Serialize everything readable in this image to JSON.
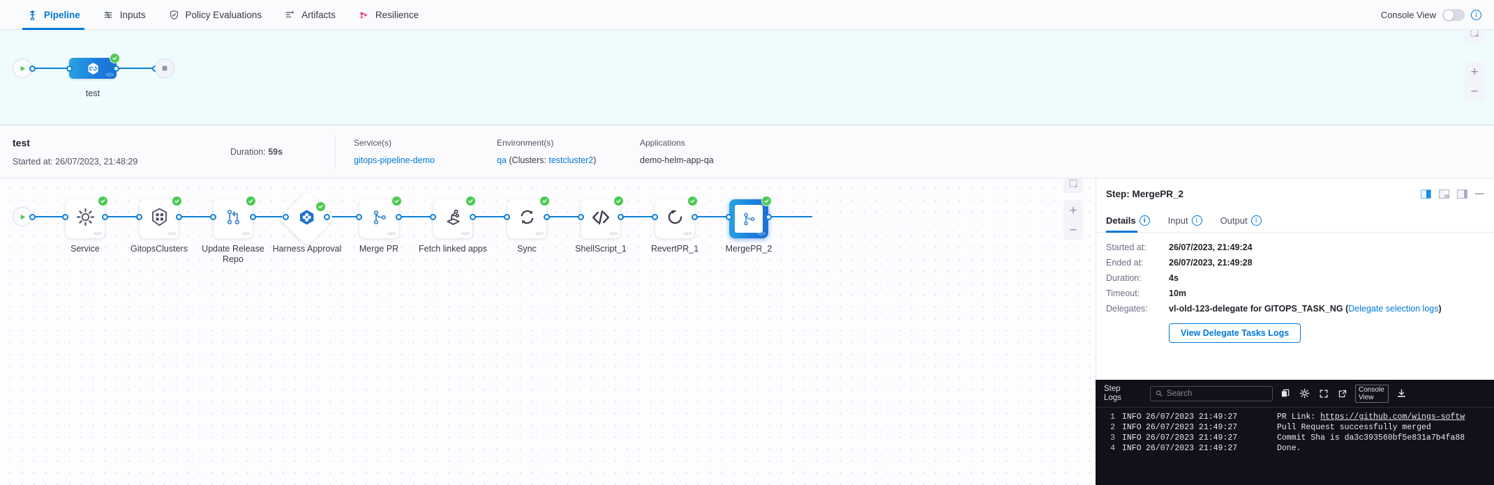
{
  "topnav": {
    "items": [
      {
        "label": "Pipeline",
        "icon": "pipeline-icon",
        "active": true
      },
      {
        "label": "Inputs",
        "icon": "inputs-icon",
        "active": false
      },
      {
        "label": "Policy Evaluations",
        "icon": "shield-check-icon",
        "active": false
      },
      {
        "label": "Artifacts",
        "icon": "artifacts-icon",
        "active": false
      },
      {
        "label": "Resilience",
        "icon": "resilience-icon",
        "active": false
      }
    ],
    "console_view_label": "Console View",
    "console_view_enabled": false,
    "info_glyph": "i"
  },
  "minimap": {
    "stage_label": "test",
    "status": "success",
    "start_icon": "play-icon",
    "stop_icon": "stop-icon",
    "stage_icon": "gitops-icon",
    "code_badge": "</>",
    "controls": {
      "fit_label": "fit-to-screen",
      "zoom_in": "+",
      "zoom_out": "−"
    }
  },
  "metabar": {
    "pipeline_name": "test",
    "started_at_label": "Started at:",
    "started_at_value": "26/07/2023, 21:48:29",
    "duration_label": "Duration:",
    "duration_value": "59s",
    "columns": [
      {
        "label": "Service(s)",
        "value": "gitops-pipeline-demo",
        "link": true
      },
      {
        "label": "Environment(s)",
        "value": "qa",
        "suffix_pre": " (Clusters: ",
        "suffix_link": "testcluster2",
        "suffix_post": ")",
        "link": true
      },
      {
        "label": "Applications",
        "value": "demo-helm-app-qa",
        "link": false
      }
    ]
  },
  "graph": {
    "start_icon": "play-icon",
    "code_badge": "</>",
    "steps": [
      {
        "name": "Service",
        "icon": "gear-icon",
        "status": "success",
        "shape": "rounded",
        "selected": false
      },
      {
        "name": "GitopsClusters",
        "icon": "kubernetes-icon",
        "status": "success",
        "shape": "rounded",
        "selected": false
      },
      {
        "name": "Update Release Repo",
        "icon": "merge-pr-icon",
        "status": "success",
        "shape": "rounded",
        "selected": false
      },
      {
        "name": "Harness Approval",
        "icon": "approval-icon",
        "status": "success",
        "shape": "diamond",
        "selected": false
      },
      {
        "name": "Merge PR",
        "icon": "merge-pr-icon",
        "status": "success",
        "shape": "rounded",
        "selected": false
      },
      {
        "name": "Fetch linked apps",
        "icon": "fetch-apps-icon",
        "status": "success",
        "shape": "rounded",
        "selected": false
      },
      {
        "name": "Sync",
        "icon": "sync-icon",
        "status": "success",
        "shape": "rounded",
        "selected": false
      },
      {
        "name": "ShellScript_1",
        "icon": "shell-script-icon",
        "status": "success",
        "shape": "rounded",
        "selected": false
      },
      {
        "name": "RevertPR_1",
        "icon": "revert-icon",
        "status": "success",
        "shape": "rounded",
        "selected": false
      },
      {
        "name": "MergePR_2",
        "icon": "merge-pr-icon",
        "status": "success",
        "shape": "rounded",
        "selected": true
      }
    ],
    "controls": {
      "fullscreen": "expand-icon",
      "fit": "fit-icon",
      "zoom_in": "+",
      "zoom_out": "−"
    }
  },
  "details": {
    "title": "Step: MergePR_2",
    "tabs": [
      {
        "label": "Details",
        "active": true
      },
      {
        "label": "Input",
        "active": false
      },
      {
        "label": "Output",
        "active": false
      }
    ],
    "rows": [
      {
        "key": "Started at:",
        "value": "26/07/2023, 21:49:24"
      },
      {
        "key": "Ended at:",
        "value": "26/07/2023, 21:49:28"
      },
      {
        "key": "Duration:",
        "value": "4s"
      },
      {
        "key": "Timeout:",
        "value": "10m"
      }
    ],
    "delegates_key": "Delegates:",
    "delegates_value": "vl-old-123-delegate for GITOPS_TASK_NG (",
    "delegates_link": "Delegate selection logs",
    "delegates_suffix": ")",
    "delegate_button": "View Delegate Tasks Logs"
  },
  "console": {
    "title_line1": "Step",
    "title_line2": "Logs",
    "search_placeholder": "Search",
    "search_value": "",
    "tools": [
      "copy-icon",
      "gear-icon",
      "fullscreen-icon",
      "open-external-icon",
      "download-icon"
    ],
    "console_view_pill_line1": "Console",
    "console_view_pill_line2": "View",
    "lines": [
      {
        "n": "1",
        "level": "INFO",
        "time": "26/07/2023 21:49:27",
        "msg_pre": "PR Link: ",
        "msg_link": "https://github.com/wings-softw",
        "msg_post": ""
      },
      {
        "n": "2",
        "level": "INFO",
        "time": "26/07/2023 21:49:27",
        "msg_pre": "Pull Request successfully merged",
        "msg_link": "",
        "msg_post": ""
      },
      {
        "n": "3",
        "level": "INFO",
        "time": "26/07/2023 21:49:27",
        "msg_pre": "Commit Sha is da3c393560bf5e831a7b4fa88",
        "msg_link": "",
        "msg_post": ""
      },
      {
        "n": "4",
        "level": "INFO",
        "time": "26/07/2023 21:49:27",
        "msg_pre": "Done.",
        "msg_link": "",
        "msg_post": ""
      }
    ]
  },
  "colors": {
    "accent_blue": "#0278d5",
    "success_green": "#4dc952",
    "canvas_blue": "#effbfd",
    "console_bg": "#11111a"
  }
}
